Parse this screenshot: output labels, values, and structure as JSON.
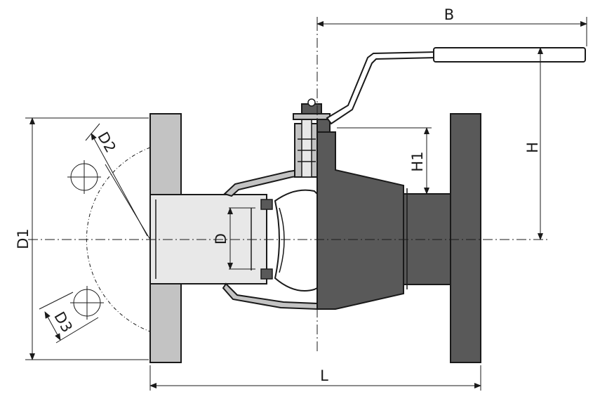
{
  "labels": {
    "B": "B",
    "H": "H",
    "H1": "H1",
    "D": "D",
    "D1": "D1",
    "D2": "D2",
    "D3": "D3",
    "L": "L"
  },
  "colors": {
    "body_dark": "#595959",
    "flange_light": "#c3c3c3",
    "bore_light": "#e8e8e8",
    "line": "#1a1a1a"
  }
}
